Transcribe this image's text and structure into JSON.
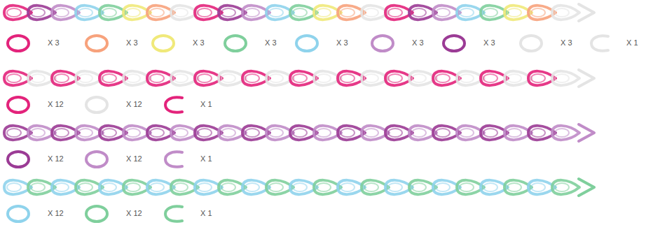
{
  "diagram": {
    "legend": [
      {
        "text": "X 3",
        "color": "#e3237b"
      },
      {
        "text": "X 3",
        "color": "#f7a27c"
      },
      {
        "text": "X 3",
        "color": "#f0e97a"
      },
      {
        "text": "X 3",
        "color": "#7fcf9c"
      },
      {
        "text": "X 3",
        "color": "#8fd3ec"
      },
      {
        "text": "X 3",
        "color": "#c08cc8"
      },
      {
        "text": "X 3",
        "color": "#9b3b95"
      },
      {
        "text": "X 3",
        "color": "#e4e4e4"
      },
      {
        "text": "X 1",
        "color": "#e4e4e4"
      },
      {
        "text": "X 12",
        "color": "#e3237b"
      },
      {
        "text": "X 12",
        "color": "#e4e4e4"
      },
      {
        "text": "X 1",
        "color": "#e3237b"
      },
      {
        "text": "X 12",
        "color": "#9b3b95"
      },
      {
        "text": "X 12",
        "color": "#c08cc8"
      },
      {
        "text": "X 1",
        "color": "#c08cc8"
      },
      {
        "text": "X 12",
        "color": "#8fd3ec"
      },
      {
        "text": "X 12",
        "color": "#7fcf9c"
      },
      {
        "text": "X 1",
        "color": "#7fcf9c"
      }
    ]
  }
}
